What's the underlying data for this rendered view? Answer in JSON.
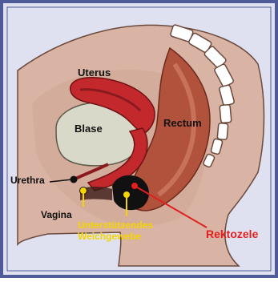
{
  "labels": {
    "uterus": "Uterus",
    "rectum": "Rectum",
    "blase": "Blase",
    "urethra": "Urethra",
    "vagina": "Vagina",
    "support_line1": "Unterstützendes",
    "support_line2": "Weichgewebe",
    "rektozele": "Rektozele"
  },
  "colors": {
    "frame_border": "#4f5a99",
    "frame_bg": "#dfe1f0",
    "tissue": "#d9b3a3",
    "tissue_shadow": "#c89a88",
    "organ_red": "#c2282c",
    "organ_dark": "#8b1a1e",
    "rectum_brown": "#b0523c",
    "bladder": "#d9d9c9",
    "yellow_marker": "#f5d400",
    "red_label": "#e0201f",
    "text_dark": "#111111"
  }
}
